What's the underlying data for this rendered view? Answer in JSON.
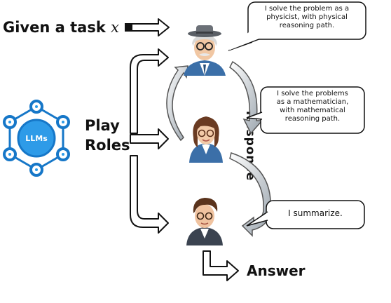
{
  "task": {
    "prefix": "Given a task",
    "variable": "x"
  },
  "llm_label": "LLMs",
  "roles_label": {
    "line1": "Play",
    "line2": "Roles"
  },
  "response_label": "Response",
  "answer_label": "Answer",
  "speech": [
    {
      "lines": [
        "I solve the problem as a",
        "physicist, with physical",
        "reasoning path."
      ]
    },
    {
      "lines": [
        "I solve the problems",
        "as a mathematician,",
        "with mathematical",
        "reasoning path."
      ]
    },
    {
      "lines": [
        "I summarize."
      ]
    }
  ],
  "avatars": [
    "physicist-avatar",
    "mathematician-avatar",
    "summarizer-avatar"
  ],
  "colors": {
    "llm_blue": "#2e9be8",
    "llm_dark": "#1677c8",
    "arrow_gray": "#a9b3bc",
    "suit_blue": "#3b6fa8"
  }
}
